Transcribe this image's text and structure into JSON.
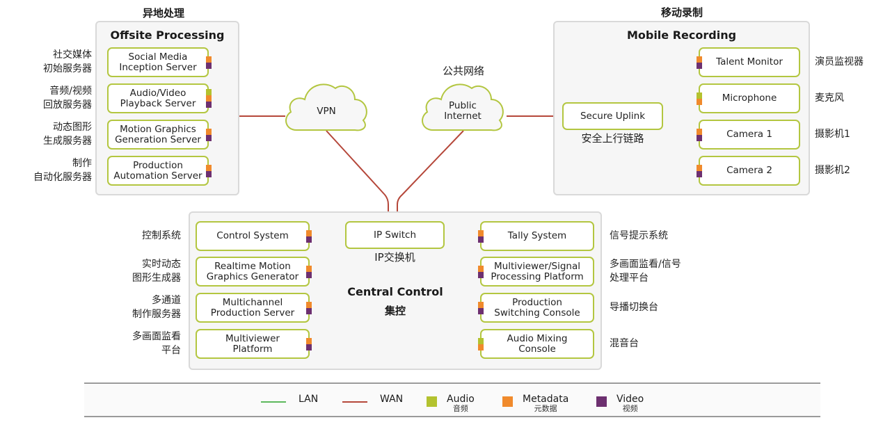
{
  "colors": {
    "lan": "#5cb85c",
    "wan": "#b5473a",
    "audio": "#b3c22f",
    "metadata": "#f08a2c",
    "video": "#6d3070",
    "node_border": "#b3c640"
  },
  "offsite": {
    "title_cn": "异地处理",
    "title": "Offsite Processing",
    "nodes": [
      {
        "label": "Social Media\nInception Server",
        "cn": "社交媒体\n初始服务器",
        "ports": [
          "metadata",
          "video"
        ]
      },
      {
        "label": "Audio/Video\nPlayback Server",
        "cn": "音频/视频\n回放服务器",
        "ports": [
          "audio",
          "metadata",
          "video"
        ]
      },
      {
        "label": "Motion Graphics\nGeneration Server",
        "cn": "动态图形\n生成服务器",
        "ports": [
          "metadata",
          "video"
        ]
      },
      {
        "label": "Production\nAutomation Server",
        "cn": "制作\n自动化服务器",
        "ports": [
          "metadata",
          "video"
        ]
      }
    ]
  },
  "mobile": {
    "title_cn": "移动录制",
    "title": "Mobile Recording",
    "uplink": {
      "label": "Secure Uplink",
      "cn": "安全上行链路"
    },
    "nodes": [
      {
        "label": "Talent Monitor",
        "cn": "演员监视器",
        "ports": [
          "metadata",
          "video"
        ]
      },
      {
        "label": "Microphone",
        "cn": "麦克风",
        "ports": [
          "audio",
          "metadata"
        ]
      },
      {
        "label": "Camera 1",
        "cn": "摄影机1",
        "ports": [
          "metadata",
          "video"
        ]
      },
      {
        "label": "Camera 2",
        "cn": "摄影机2",
        "ports": [
          "metadata",
          "video"
        ]
      }
    ]
  },
  "clouds": {
    "vpn": {
      "label": "VPN"
    },
    "internet": {
      "label": "Public\nInternet",
      "cn": "公共网络"
    }
  },
  "central": {
    "title": "Central Control",
    "title_cn": "集控",
    "switch": {
      "label": "IP Switch",
      "cn": "IP交换机"
    },
    "left_nodes": [
      {
        "label": "Control System",
        "cn": "控制系统",
        "ports": [
          "metadata",
          "video"
        ]
      },
      {
        "label": "Realtime Motion\nGraphics Generator",
        "cn": "实时动态\n图形生成器",
        "ports": [
          "metadata",
          "video"
        ]
      },
      {
        "label": "Multichannel\nProduction Server",
        "cn": "多通道\n制作服务器",
        "ports": [
          "metadata",
          "video"
        ]
      },
      {
        "label": "Multiviewer\nPlatform",
        "cn": "多画面监看\n平台",
        "ports": [
          "metadata",
          "video"
        ]
      }
    ],
    "right_nodes": [
      {
        "label": "Tally System",
        "cn": "信号提示系统",
        "ports": [
          "metadata",
          "video"
        ]
      },
      {
        "label": "Multiviewer/Signal\nProcessing Platform",
        "cn": "多画面监看/信号\n处理平台",
        "ports": [
          "metadata",
          "video"
        ]
      },
      {
        "label": "Production\nSwitching Console",
        "cn": "导播切换台",
        "ports": [
          "metadata",
          "video"
        ]
      },
      {
        "label": "Audio Mixing\nConsole",
        "cn": "混音台",
        "ports": [
          "audio",
          "metadata"
        ]
      }
    ]
  },
  "legend": [
    {
      "kind": "line",
      "type": "lan",
      "label": "LAN"
    },
    {
      "kind": "line",
      "type": "wan",
      "label": "WAN"
    },
    {
      "kind": "square",
      "type": "audio",
      "label": "Audio",
      "cn": "音频"
    },
    {
      "kind": "square",
      "type": "metadata",
      "label": "Metadata",
      "cn": "元数据"
    },
    {
      "kind": "square",
      "type": "video",
      "label": "Video",
      "cn": "视频"
    }
  ]
}
